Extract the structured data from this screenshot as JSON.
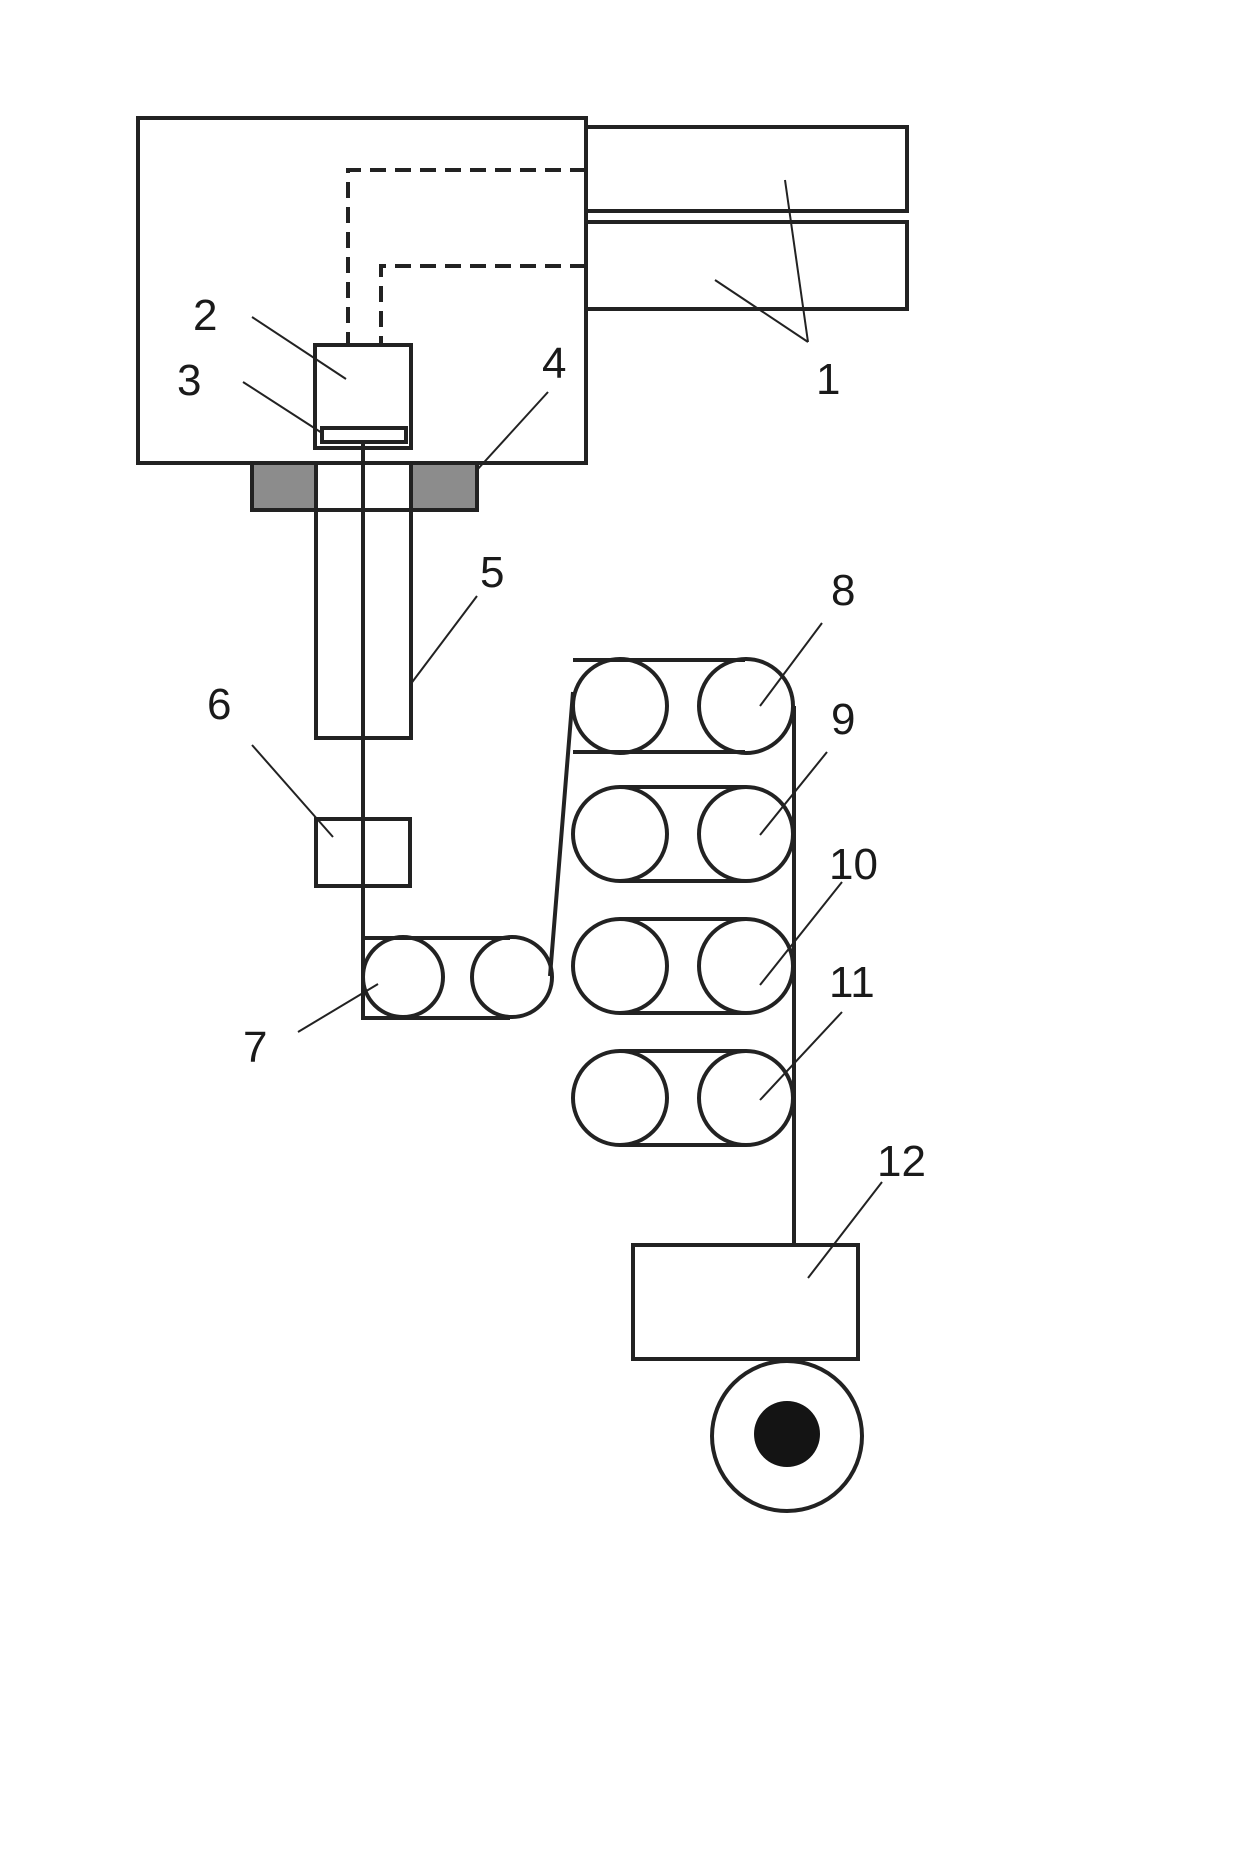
{
  "colors": {
    "stroke": "#222222",
    "gasket": "#8c8c8c",
    "spool_core": "#141414",
    "background": "#ffffff"
  },
  "labels": {
    "l1": "1",
    "l2": "2",
    "l3": "3",
    "l4": "4",
    "l5": "5",
    "l6": "6",
    "l7": "7",
    "l8": "8",
    "l9": "9",
    "l10": "10",
    "l11": "11",
    "l12": "12"
  }
}
